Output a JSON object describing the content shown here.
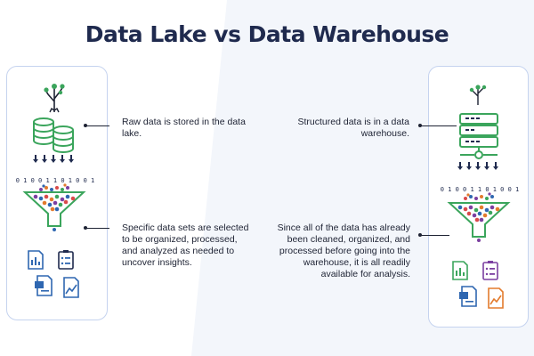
{
  "title": "Data Lake vs Data Warehouse",
  "lake": {
    "description_1": "Raw data is stored in the data lake.",
    "description_2": "Specific data sets are selected to be organized, processed, and analyzed as needed to uncover insights."
  },
  "warehouse": {
    "description_1": "Structured data is in a data warehouse.",
    "description_2": "Since all of the data has already been cleaned, organized, and processed before going into the warehouse, it is all readily available for analysis."
  },
  "filter_digits": "0 1 0 0 1 1 0 1 0 0 1",
  "colors": {
    "navy": "#1f2a4e",
    "green": "#3ba55c",
    "blue": "#2f67b1",
    "purple": "#7b3fa0",
    "orange": "#e37b2d",
    "red": "#d94a4a",
    "panel_border": "#c5d3ef"
  }
}
